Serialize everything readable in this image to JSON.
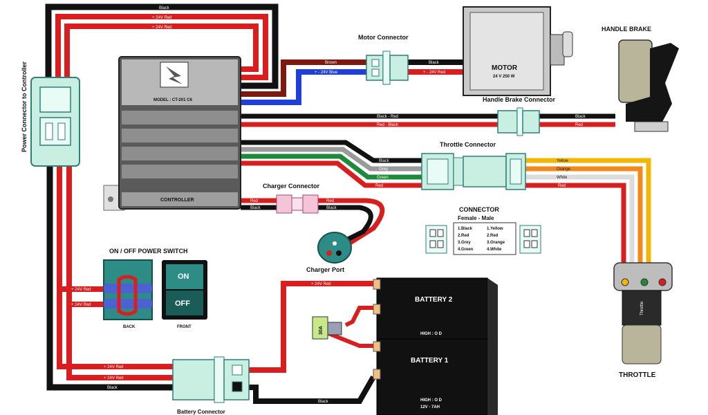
{
  "labels": {
    "power_connector": "Power Connector to Controller",
    "motor_connector": "Motor Connector",
    "motor": "MOTOR",
    "motor_spec": "24 V 250 W",
    "handle_brake": "HANDLE BRAKE",
    "handle_brake_connector": "Handle Brake Connector",
    "throttle_connector": "Throttle Connector",
    "charger_connector": "Charger Connector",
    "charger_port": "Charger Port",
    "controller_model": "MODEL : CT-201 C6",
    "controller": "CONTROLLER",
    "power_switch": "ON / OFF POWER SWITCH",
    "switch_on": "ON",
    "switch_off": "OFF",
    "switch_back": "BACK",
    "switch_front": "FRONT",
    "connector_title": "CONNECTOR",
    "connector_sub": "Female  -  Male",
    "battery2": "BATTERY 2",
    "battery1": "BATTERY 1",
    "battery_spec_a": "HIGH : O D",
    "battery_spec_b1": "HIGH : O D",
    "battery_spec_b2": "12V - 7AH",
    "fuse": "30A",
    "throttle": "THROTTLE",
    "throttle_grip": "Throttle",
    "battery_connector": "Battery Connector"
  },
  "wire_labels": {
    "black": "Black",
    "red_24v": "+ 24V Red",
    "brown": "Brown",
    "blue_24v": "+ - 24V Blue",
    "red_24v_b": "+ - 24V Red",
    "black_red": "Black - Red",
    "red_black": "Red - Black",
    "grey": "Grey",
    "green": "Green",
    "red": "Red",
    "yellow": "Yellow",
    "orange": "Orange",
    "white": "White"
  },
  "pinout": {
    "female": [
      "1.Black",
      "2.Red",
      "3.Grey",
      "4.Green"
    ],
    "male": [
      "1.Yellow",
      "2.Red",
      "3.Orange",
      "4.White"
    ]
  },
  "colors": {
    "red": "#d81e1e",
    "black": "#111111",
    "blue": "#1f3fd6",
    "brown": "#7a1a10",
    "green": "#1c8a3a",
    "grey": "#9a9a9a",
    "yellow": "#f2b705",
    "orange": "#f08a1c",
    "connector": "#c9efe2",
    "switch": "#2e8c86"
  }
}
